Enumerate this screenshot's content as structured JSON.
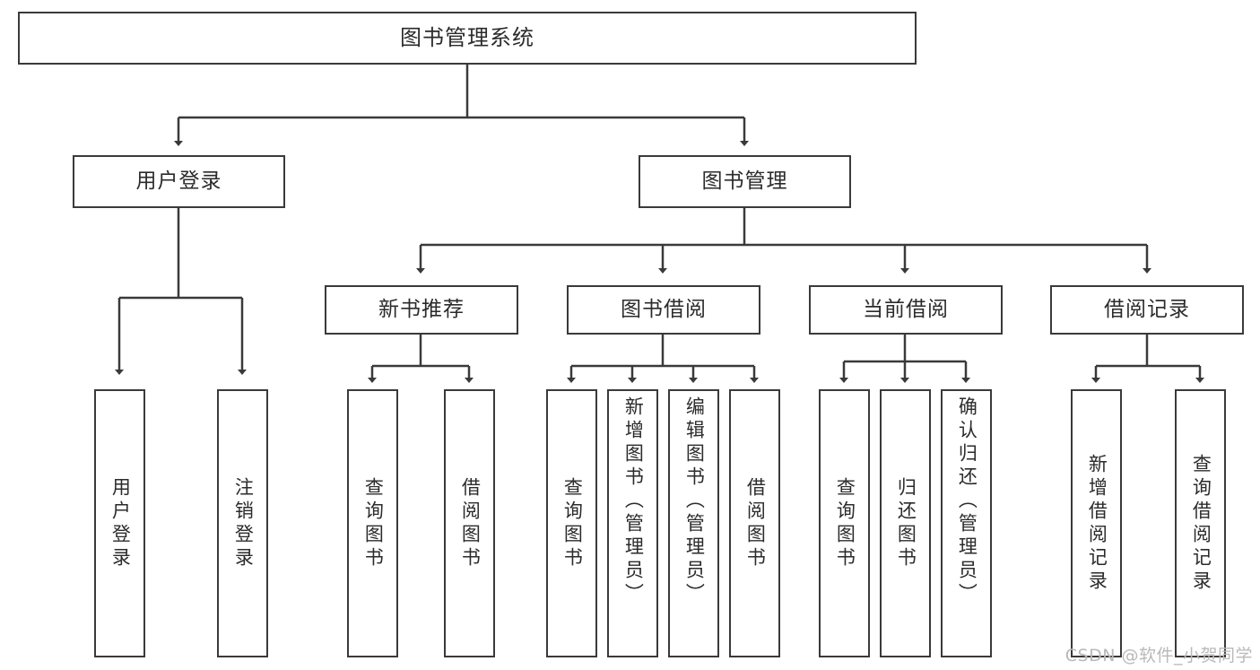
{
  "diagram": {
    "title": "图书管理系统",
    "type": "tree-hierarchy",
    "root": {
      "label": "图书管理系统"
    },
    "level2": [
      {
        "label": "用户登录"
      },
      {
        "label": "图书管理"
      }
    ],
    "level3": [
      {
        "label": "新书推荐"
      },
      {
        "label": "图书借阅"
      },
      {
        "label": "当前借阅"
      },
      {
        "label": "借阅记录"
      }
    ],
    "leaves": {
      "user_login": [
        {
          "label": "用户登录"
        },
        {
          "label": "注销登录"
        }
      ],
      "new_book_recommend": [
        {
          "label": "查询图书"
        },
        {
          "label": "借阅图书"
        }
      ],
      "book_borrow": [
        {
          "label": "查询图书"
        },
        {
          "label": "新增图书（管理员）"
        },
        {
          "label": "编辑图书（管理员）"
        },
        {
          "label": "借阅图书"
        }
      ],
      "current_borrow": [
        {
          "label": "查询图书"
        },
        {
          "label": "归还图书"
        },
        {
          "label": "确认归还（管理员）"
        }
      ],
      "borrow_record": [
        {
          "label": "新增借阅记录"
        },
        {
          "label": "查询借阅记录"
        }
      ]
    }
  },
  "watermark": {
    "text": "CSDN @软件_小贺同学"
  },
  "colors": {
    "border": "#3a3a3a",
    "text": "#2b2b2b",
    "background": "#ffffff",
    "watermark": "#b9b9b9"
  }
}
